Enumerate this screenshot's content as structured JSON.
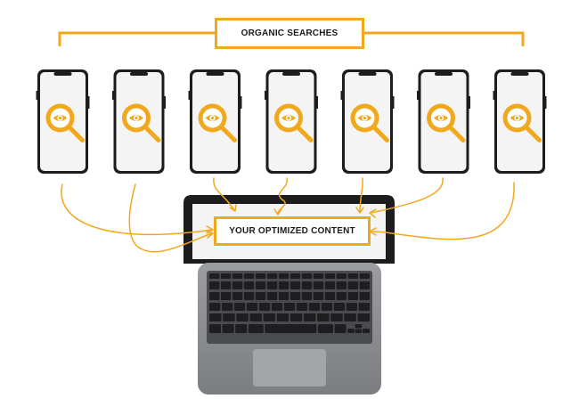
{
  "labels": {
    "organic_searches": "ORGANIC SEARCHES",
    "optimized_content": "YOUR OPTIMIZED CONTENT"
  },
  "icons": {
    "phone": "smartphone-icon",
    "search": "search-eye-icon",
    "laptop": "laptop-icon"
  },
  "colors": {
    "accent": "#f2a81d",
    "device_body": "#1d1d1f",
    "screen": "#f4f4f4",
    "laptop_body": "#8d8f93"
  },
  "phone_count": 7
}
